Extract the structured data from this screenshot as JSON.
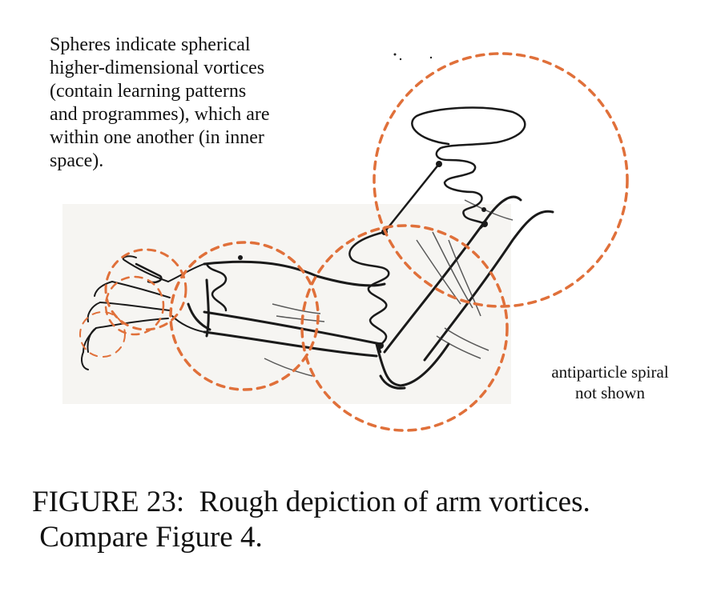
{
  "annotation": {
    "lines": [
      "Spheres indicate spherical",
      "higher-dimensional vortices",
      "(contain learning patterns",
      "and programmes), which are",
      "within one another (in inner",
      "space)."
    ]
  },
  "side_note": {
    "lines": [
      "antiparticle spiral",
      "not shown"
    ]
  },
  "caption": {
    "lines": [
      "FIGURE 23:  Rough depiction of arm vortices.",
      " Compare Figure 4."
    ]
  },
  "colors": {
    "vortex_circle": "#e0703a",
    "ink": "#1a1a1a"
  }
}
